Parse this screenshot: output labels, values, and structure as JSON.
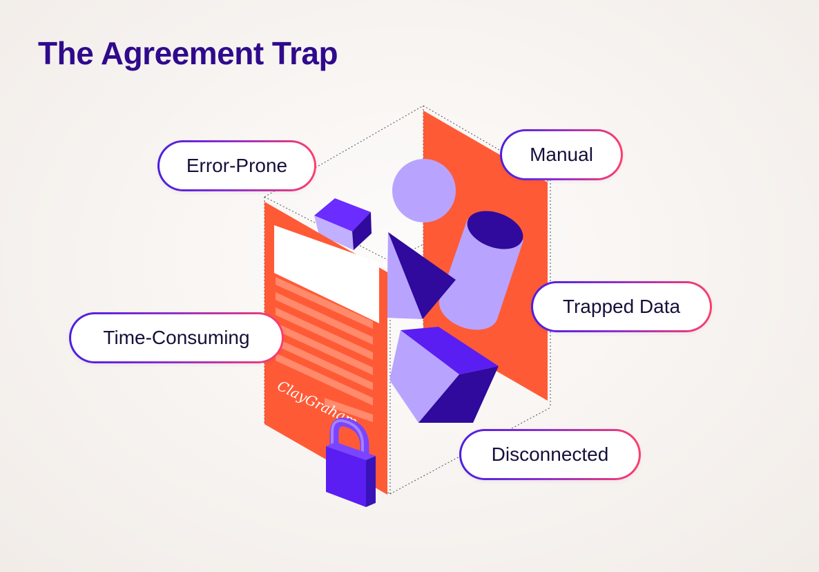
{
  "title": "The Agreement Trap",
  "labels": {
    "error_prone": "Error-Prone",
    "manual": "Manual",
    "trapped_data": "Trapped Data",
    "time_consuming": "Time-Consuming",
    "disconnected": "Disconnected"
  },
  "signature": "ClayGraham",
  "colors": {
    "title": "#2f0a8c",
    "orange": "#ff5a36",
    "lavender": "#b8a4ff",
    "purple": "#5a1ef2",
    "deep_purple": "#2f0a9c",
    "pill_gradient_start": "#4b1ee0",
    "pill_gradient_end": "#ff3d6a"
  },
  "icons": [
    "lock-icon",
    "cube-icon",
    "sphere-icon",
    "cylinder-icon",
    "pyramid-icon",
    "document-icon"
  ]
}
